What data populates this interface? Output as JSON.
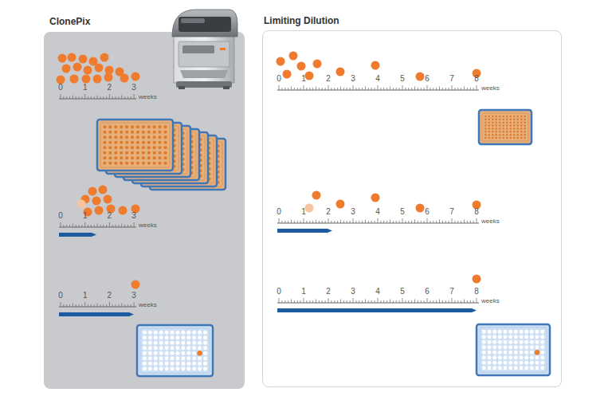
{
  "diagram": {
    "nodes": [
      {
        "text": [
          "ClonePix"
        ]
      },
      {
        "text": [
          "Limiting Dilution"
        ]
      }
    ],
    "labels": [
      "0",
      "1",
      "2",
      "3",
      "weeks",
      "0",
      "1",
      "2",
      "3",
      "weeks",
      "0",
      "1",
      "2",
      "3",
      "weeks",
      "0",
      "1",
      "2",
      "3",
      "4",
      "5",
      "6",
      "7",
      "8",
      "weeks",
      "0",
      "1",
      "2",
      "3",
      "4",
      "5",
      "6",
      "7",
      "8",
      "weeks",
      "0",
      "1",
      "2",
      "3",
      "4",
      "5",
      "6",
      "7",
      "8",
      "weeks"
    ]
  }
}
